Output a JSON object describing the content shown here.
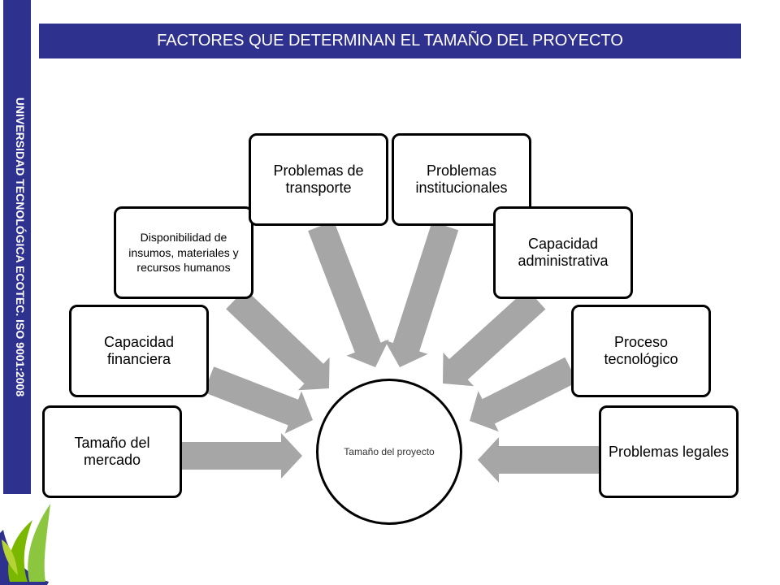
{
  "sidebar": {
    "text": "UNIVERSIDAD TECNOLÓGICA ECOTEC. ISO 9001:2008"
  },
  "header": {
    "title": "FACTORES QUE DETERMINAN EL TAMAÑO DEL PROYECTO"
  },
  "diagram": {
    "center": "Tamaño del proyecto",
    "factors": [
      "Tamaño del mercado",
      "Capacidad financiera",
      "Disponibilidad de insumos, materiales y recursos humanos",
      "Problemas de transporte",
      "Problemas institucionales",
      "Capacidad administrativa",
      "Proceso tecnológico",
      "Problemas legales"
    ]
  },
  "colors": {
    "header_background": "#2f318f",
    "sidebar_background": "#2f318f",
    "arrow_fill": "#a6a6a6",
    "box_border": "#000000",
    "logo_green": "#7ab800",
    "logo_blue": "#2f318f"
  }
}
